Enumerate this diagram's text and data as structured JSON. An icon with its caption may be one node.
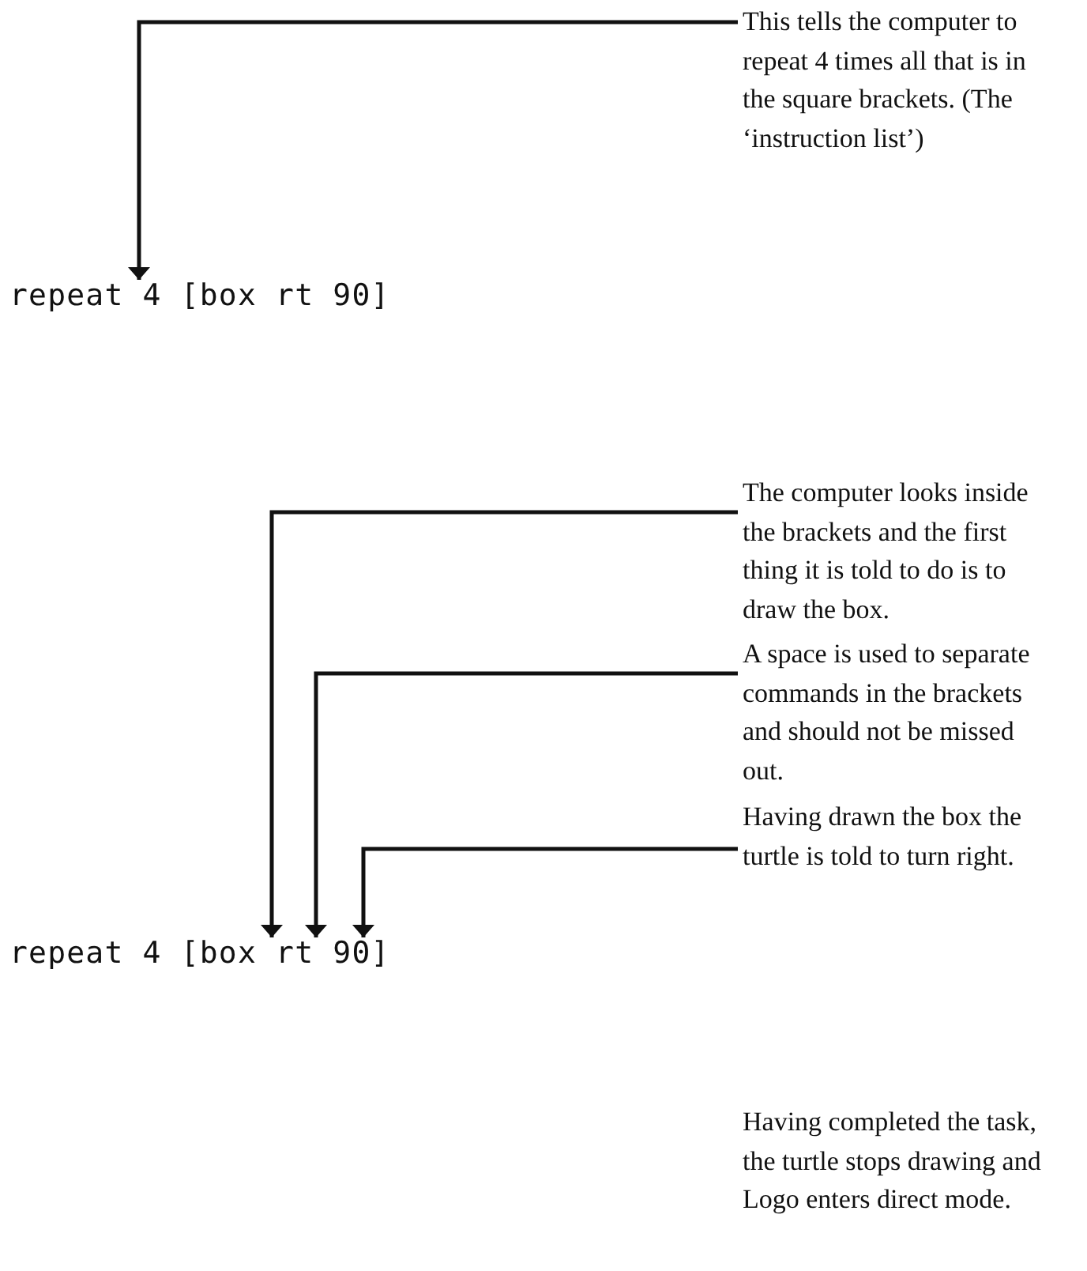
{
  "diagram": {
    "nodes": [
      {
        "text": [
          "This tells the computer to repeat 4 times all that is in the square brackets. (The ‘instruction list’)"
        ]
      },
      {
        "text": [
          "repeat 4 [box rt 90]"
        ]
      },
      {
        "text": [
          "The computer looks inside the brackets and the first thing it is told to do is to draw the box."
        ]
      },
      {
        "text": [
          "A space is used to separate commands in the brackets and should not be missed out."
        ]
      },
      {
        "text": [
          "Having drawn the box the turtle is told to turn right."
        ]
      },
      {
        "text": [
          "repeat 4 [box rt 90]"
        ]
      }
    ],
    "edges": [
      {
        "from": 0,
        "to": 1,
        "arrow": "to"
      },
      {
        "from": 2,
        "to": 5,
        "arrow": "to"
      },
      {
        "from": 3,
        "to": 5,
        "arrow": "to"
      },
      {
        "from": 4,
        "to": 5,
        "arrow": "to"
      }
    ],
    "labels": [
      "Having completed the task, the turtle stops drawing and Logo enters direct mode."
    ]
  }
}
